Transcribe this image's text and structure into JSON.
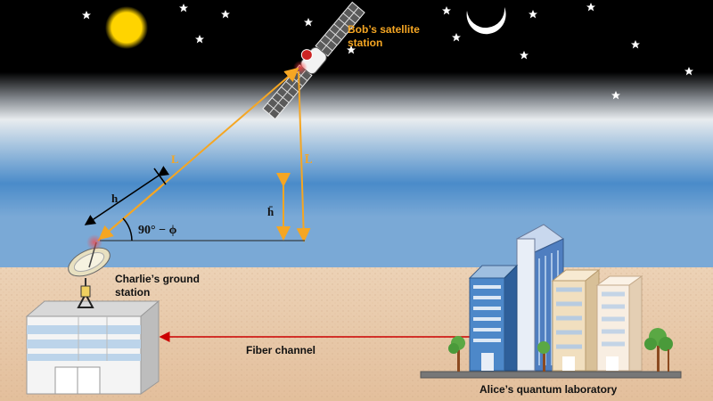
{
  "labels": {
    "bob_station": [
      "Bob’s satellite",
      "station"
    ],
    "charlie_station": [
      "Charlie’s ground",
      "station"
    ],
    "alice_lab": "Alice’s quantum laboratory",
    "fiber": "Fiber channel",
    "L_slant": "L",
    "L_bar": "L̄",
    "h": "h",
    "h_bar": "h̄",
    "angle": "90° − ϕ"
  },
  "colors": {
    "beam": "#f5a623",
    "fiber": "#cc0000",
    "sky_top": "#000000",
    "sky_mid": "#9fb4c8",
    "sky_low": "#4a8bc9",
    "ground": "#e8c9a8",
    "sun": "#ffd400",
    "moon": "#ffffff"
  },
  "icons": [
    "sun-icon",
    "moon-icon",
    "star-icon",
    "satellite-icon",
    "dish-icon",
    "building-icon",
    "tree-icon"
  ]
}
